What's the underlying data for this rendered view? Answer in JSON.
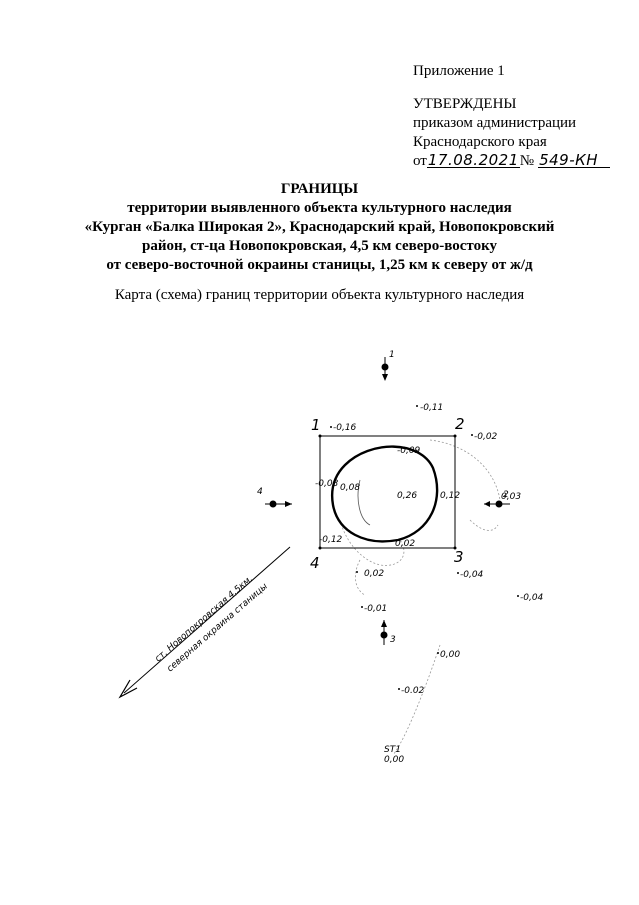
{
  "approval": {
    "appendix": "Приложение 1",
    "approved": "УТВЕРЖДЕНЫ",
    "by_order": "приказом администрации",
    "region": "Краснодарского края",
    "from": "от",
    "date": "17.08.2021",
    "number_sign": "№",
    "number": "549-КН"
  },
  "title": {
    "line1": "ГРАНИЦЫ",
    "line2": "территории выявленного объекта культурного наследия",
    "line3": "«Курган «Балка Широкая 2», Краснодарский край, Новопокровский",
    "line4": "район, ст-ца Новопокровская, 4,5 км северо-востоку",
    "line5": "от северо-восточной окраины станицы, 1,25 км к северу от ж/д"
  },
  "subtitle": "Карта (схема) границ территории объекта культурного наследия",
  "map": {
    "corners": [
      "1",
      "2",
      "3",
      "4"
    ],
    "section_labels": [
      "1",
      "2",
      "3",
      "4"
    ],
    "arrow_text_line1": "ст. Новопокровская 4,5км.",
    "arrow_text_line2": "северная окраина станицы",
    "elevations": {
      "e1": "-0,16",
      "e2": "-0,11",
      "e3": "-0,02",
      "e4": "-0,09",
      "e5": "-0,08",
      "e6": "0,08",
      "e7": "0,26",
      "e8": "0,12",
      "e9": "0,03",
      "e10": "-0,12",
      "e11": "0,02",
      "e12": "0,02",
      "e13": "-0,04",
      "e14": "-0,04",
      "e15": "-0,01",
      "e16": "0,00",
      "e17": "-0.02",
      "e18": "0,00"
    },
    "station": "ST1"
  }
}
